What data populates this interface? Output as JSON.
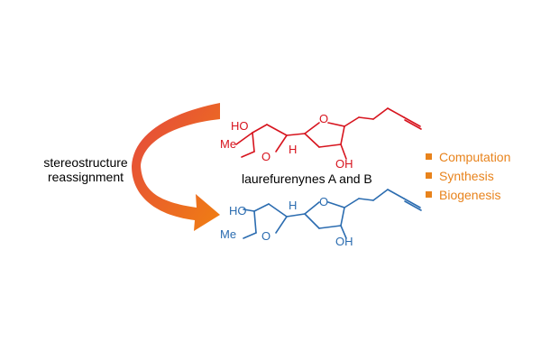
{
  "diagram": {
    "left_label_line1": "stereostructure",
    "left_label_line2": "reassignment",
    "compound_name": "laurefurenynes A and B",
    "colors": {
      "top_structure": "#d7141e",
      "bottom_structure": "#2b6cb0",
      "arrow_start": "#e4463f",
      "arrow_end": "#f07f12",
      "legend_text": "#e8831c",
      "legend_bullet": "#e8831c"
    },
    "top_molecule": {
      "atoms": {
        "ho": "HO",
        "et": "Me",
        "o_left": "O",
        "h": "H",
        "o_right": "O",
        "oh": "OH"
      }
    },
    "bottom_molecule": {
      "atoms": {
        "ho": "HO",
        "et": "Me",
        "o_left": "O",
        "h": "H",
        "o_right": "O",
        "oh": "OH"
      }
    },
    "legend": [
      {
        "label": "Computation"
      },
      {
        "label": "Synthesis"
      },
      {
        "label": "Biogenesis"
      }
    ]
  }
}
